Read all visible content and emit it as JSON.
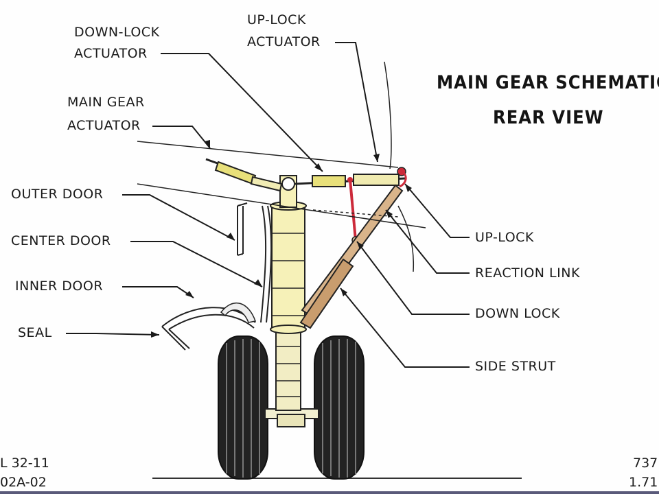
{
  "title": {
    "line1": "MAIN GEAR SCHEMATIC",
    "line2": "REAR VIEW"
  },
  "labels": {
    "down_lock_actuator": [
      "DOWN-LOCK",
      "ACTUATOR"
    ],
    "up_lock_actuator": [
      "UP-LOCK",
      "ACTUATOR"
    ],
    "main_gear_actuator": [
      "MAIN GEAR",
      "ACTUATOR"
    ],
    "outer_door": "OUTER DOOR",
    "center_door": "CENTER DOOR",
    "inner_door": "INNER DOOR",
    "seal": "SEAL",
    "up_lock": "UP-LOCK",
    "reaction_link": "REACTION LINK",
    "down_lock": "DOWN LOCK",
    "side_strut": "SIDE STRUT"
  },
  "corner_text": {
    "bottom_left": [
      "L 32-11",
      "02A-02"
    ],
    "bottom_right": [
      "737",
      "1.71"
    ]
  },
  "colors": {
    "ink": "#1a1a1a",
    "strut_fill": "#f3efc0",
    "actuator_yellow": "#e8e07a",
    "side_strut_tan": "#d9b48a",
    "red_link": "#cc2a3a",
    "tire_dark": "#1e1e1e"
  }
}
